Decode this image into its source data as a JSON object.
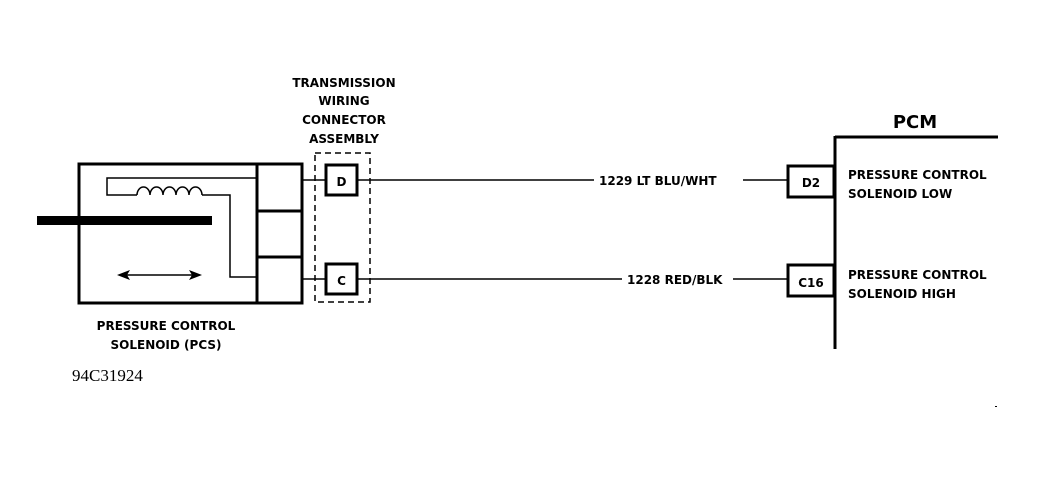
{
  "diagram": {
    "title_pcm": "PCM",
    "connector_assembly": {
      "label_lines": [
        "TRANSMISSION",
        "WIRING",
        "CONNECTOR",
        "ASSEMBLY"
      ],
      "pins": [
        {
          "id": "D"
        },
        {
          "id": "C"
        }
      ]
    },
    "solenoid": {
      "label_lines": [
        "PRESSURE CONTROL",
        "SOLENOID (PCS)"
      ]
    },
    "wires": [
      {
        "label": "1229 LT BLU/WHT",
        "pcm_pin": "D2",
        "function_lines": [
          "PRESSURE CONTROL",
          "SOLENOID LOW"
        ]
      },
      {
        "label": "1228 RED/BLK",
        "pcm_pin": "C16",
        "function_lines": [
          "PRESSURE CONTROL",
          "SOLENOID HIGH"
        ]
      }
    ],
    "figure_id": "94C31924",
    "colors": {
      "ink": "#000000",
      "background": "#ffffff"
    }
  }
}
